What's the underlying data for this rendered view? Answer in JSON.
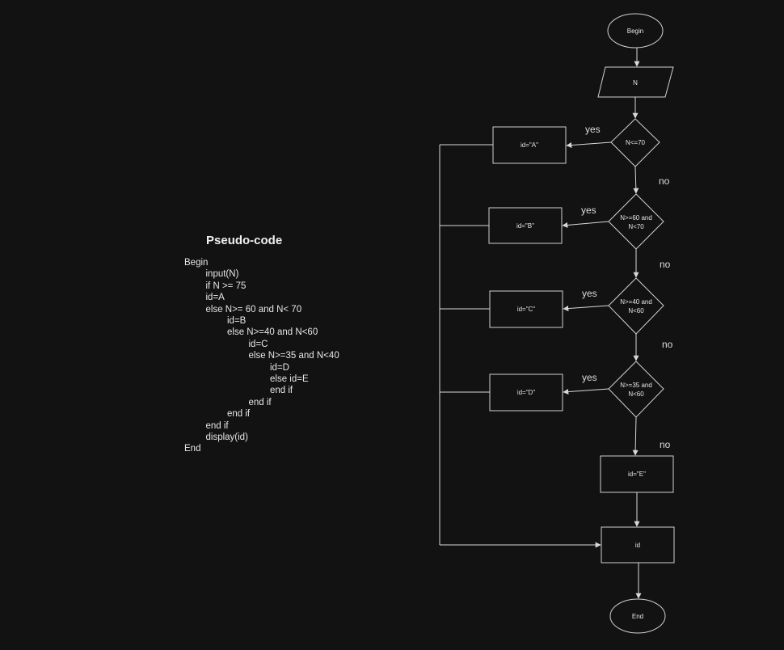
{
  "pseudocode": {
    "title": "Pseudo-code",
    "lines": [
      {
        "text": "Begin",
        "indent": 0
      },
      {
        "text": "input(N)",
        "indent": 1
      },
      {
        "text": "if N >= 75",
        "indent": 1
      },
      {
        "text": "id=A",
        "indent": 1
      },
      {
        "text": "else N>= 60 and N< 70",
        "indent": 1
      },
      {
        "text": "id=B",
        "indent": 2
      },
      {
        "text": "else N>=40 and N<60",
        "indent": 2
      },
      {
        "text": "id=C",
        "indent": 3
      },
      {
        "text": "else N>=35 and N<40",
        "indent": 3
      },
      {
        "text": "id=D",
        "indent": 4
      },
      {
        "text": "else id=E",
        "indent": 4
      },
      {
        "text": "end if",
        "indent": 4
      },
      {
        "text": "end if",
        "indent": 3
      },
      {
        "text": "end if",
        "indent": 2
      },
      {
        "text": "end if",
        "indent": 1
      },
      {
        "text": "display(id)",
        "indent": 1
      },
      {
        "text": "End",
        "indent": 0
      }
    ]
  },
  "flowchart": {
    "nodes": {
      "begin": "Begin",
      "input": "N",
      "decision1": [
        "N<=70"
      ],
      "decision2": [
        "N>=60 and",
        "N<70"
      ],
      "decision3": [
        "N>=40 and",
        "N<60"
      ],
      "decision4": [
        "N>=35 and",
        "N<60"
      ],
      "proc_a": "id=\"A\"",
      "proc_b": "id=\"B\"",
      "proc_c": "id=\"C\"",
      "proc_d": "id=\"D\"",
      "proc_e": "id=\"E\"",
      "output": "id",
      "end": "End"
    },
    "edge_labels": {
      "yes": "yes",
      "no": "no"
    }
  }
}
